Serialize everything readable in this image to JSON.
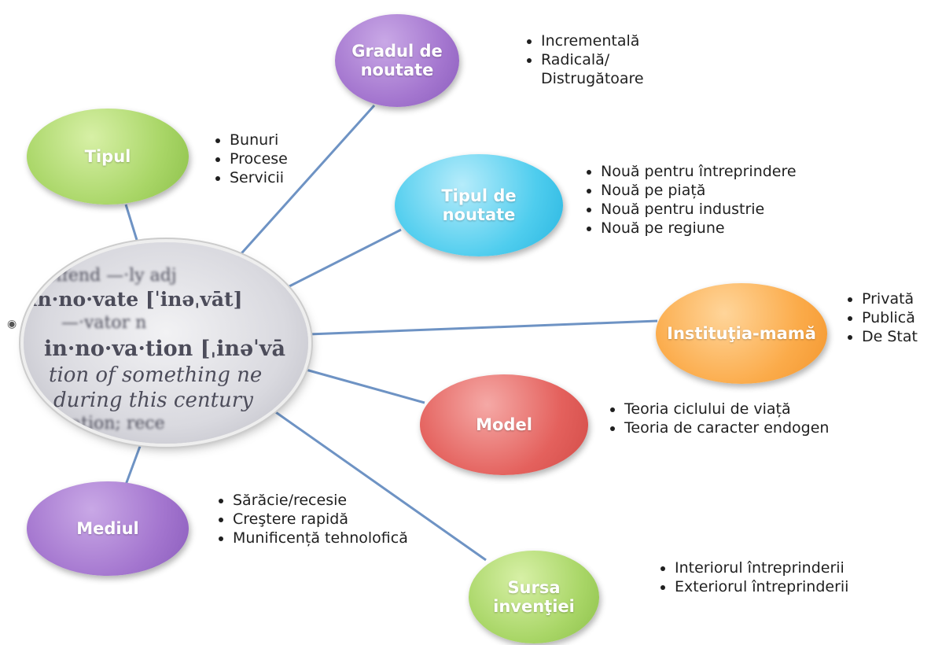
{
  "center": {
    "dictionary_lines": [
      "offend —·ly adj",
      "in·no·vate  [ˈinəˌvāt]",
      "—·vator n",
      "in·no·va·tion  [ˌinəˈvā",
      "tion of something ne",
      "during this century",
      "ation; rece"
    ]
  },
  "nodes": [
    {
      "id": "gradul",
      "label": "Gradul de noutate",
      "items": [
        "Incrementală",
        "Radicală/ Distrugătoare"
      ]
    },
    {
      "id": "tipul",
      "label": "Tipul",
      "items": [
        "Bunuri",
        "Procese",
        "Servicii"
      ]
    },
    {
      "id": "tipul-noutate",
      "label": "Tipul de noutate",
      "items": [
        "Nouă pentru întreprindere",
        "Nouă pe piață",
        "Nouă pentru industrie",
        "Nouă pe regiune"
      ]
    },
    {
      "id": "institutia",
      "label": "Instituţia-mamă",
      "items": [
        "Privată",
        "Publică",
        "De Stat"
      ]
    },
    {
      "id": "model",
      "label": "Model",
      "items": [
        "Teoria ciclului de viață",
        "Teoria de caracter endogen"
      ]
    },
    {
      "id": "mediul",
      "label": "Mediul",
      "items": [
        "Sărăcie/recesie",
        "Creştere rapidă",
        "Munificență tehnolofică"
      ]
    },
    {
      "id": "sursa",
      "label": "Sursa invenţiei",
      "items": [
        "Interiorul întreprinderii",
        "Exteriorul întreprinderii"
      ]
    }
  ],
  "colors": {
    "connector": "#6e93c4",
    "purple": "#a476cf",
    "green": "#a9d667",
    "cyan": "#4fcdee",
    "orange": "#fbab4a",
    "red": "#e4615d"
  }
}
